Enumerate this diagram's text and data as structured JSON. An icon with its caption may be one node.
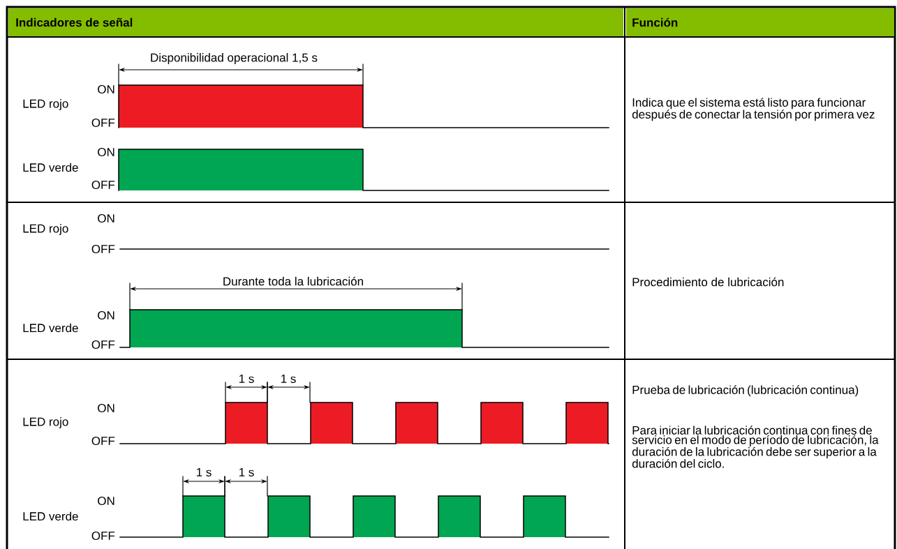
{
  "diagram": {
    "labels": [
      "Indicadores de señal",
      "Función",
      "Disponibilidad operacional 1,5 s",
      "ON",
      "LED rojo",
      "OFF",
      "ON",
      "LED verde",
      "OFF",
      "Indica que el sistema está listo para funcionar después de conectar la tensión por primera vez",
      "ON",
      "LED rojo",
      "OFF",
      "Durante toda la lubricación",
      "ON",
      "LED verde",
      "OFF",
      "Procedimiento de lubricación",
      "1 s",
      "1 s",
      "ON",
      "LED rojo",
      "OFF",
      "1 s",
      "1 s",
      "ON",
      "LED verde",
      "OFF",
      "Prueba de lubricación (lubricación continua)",
      "Para iniciar la lubricación continua con fines de servicio en el modo de período de lubricación, la duración de la lubricación debe ser superior a la duración del ciclo."
    ]
  }
}
